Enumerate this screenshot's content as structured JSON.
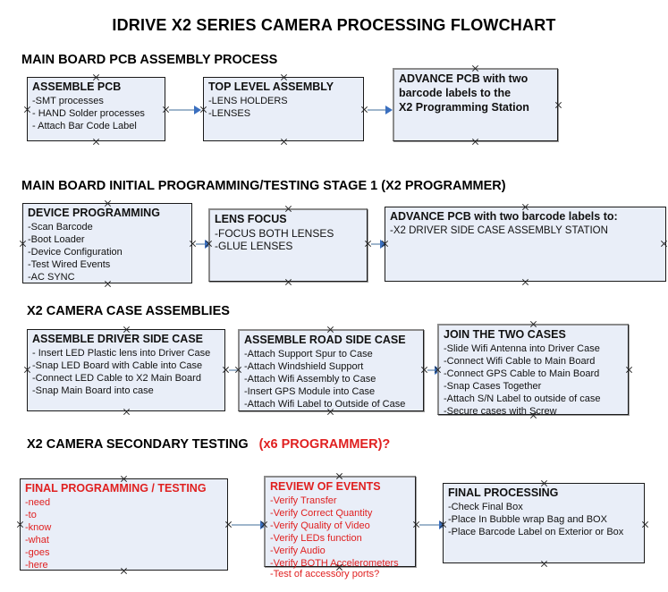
{
  "title": "IDRIVE X2  SERIES CAMERA PROCESSING FLOWCHART",
  "colors": {
    "box_fill": "#e9eef8",
    "box_border": "#1a1a1a",
    "connector": "#9fb6cc",
    "arrow": "#3a6fbf",
    "red_text": "#e02020",
    "black_text": "#111111"
  },
  "sections": [
    {
      "header": "MAIN BOARD PCB ASSEMBLY PROCESS",
      "header_accent": "",
      "boxes": [
        {
          "title": "ASSEMBLE PCB",
          "items": [
            "-SMT processes",
            "- HAND Solder processes",
            "- Attach Bar Code Label"
          ]
        },
        {
          "title": "TOP LEVEL ASSEMBLY",
          "items": [
            "-LENS HOLDERS",
            "-LENSES"
          ]
        },
        {
          "title": "ADVANCE PCB with two",
          "items": [
            "barcode labels to the",
            " X2 Programming Station"
          ]
        }
      ]
    },
    {
      "header": "MAIN BOARD INITIAL PROGRAMMING/TESTING STAGE 1 (X2 PROGRAMMER)",
      "header_accent": "",
      "boxes": [
        {
          "title": "DEVICE PROGRAMMING",
          "items": [
            "-Scan Barcode",
            "-Boot Loader",
            "-Device Configuration",
            "-Test Wired Events",
            "-AC SYNC"
          ]
        },
        {
          "title": "LENS FOCUS",
          "items": [
            "-FOCUS BOTH LENSES",
            "-GLUE LENSES"
          ]
        },
        {
          "title": "ADVANCE PCB with two barcode labels to:",
          "items": [
            "-X2 DRIVER  SIDE  CASE  ASSEMBLY STATION"
          ]
        }
      ]
    },
    {
      "header": "X2 CAMERA CASE ASSEMBLIES",
      "header_accent": "",
      "boxes": [
        {
          "title": "ASSEMBLE DRIVER SIDE CASE",
          "items": [
            "- Insert LED Plastic lens into Driver Case",
            "-Snap LED Board with Cable into Case",
            "-Connect LED Cable to X2 Main Board",
            "-Snap Main Board into case"
          ]
        },
        {
          "title": "ASSEMBLE ROAD SIDE CASE",
          "items": [
            "-Attach Support Spur to Case",
            "-Attach Windshield Support",
            "-Attach Wifi Assembly to Case",
            "-Insert GPS Module into Case",
            "-Attach Wifi Label to Outside of Case"
          ]
        },
        {
          "title": "JOIN THE TWO CASES",
          "items": [
            "-Slide Wifi Antenna into Driver Case",
            "-Connect Wifi Cable to Main Board",
            "-Connect GPS Cable to Main Board",
            "-Snap Cases Together",
            "-Attach S/N Label to outside of case",
            "-Secure cases with Screw"
          ]
        }
      ]
    },
    {
      "header": "X2 CAMERA SECONDARY TESTING",
      "header_accent": "(x6 PROGRAMMER)?",
      "boxes": [
        {
          "title": "FINAL PROGRAMMING / TESTING",
          "items": [
            "-need",
            "-to",
            "-know",
            "-what",
            "-goes",
            "-here"
          ]
        },
        {
          "title": "REVIEW OF EVENTS",
          "items": [
            "-Verify Transfer",
            "-Verify Correct Quantity",
            "-Verify Quality of Video",
            "-Verify LEDs function",
            "-Verify Audio",
            "-Verify BOTH Accelerometers",
            "-Test of accessory ports?"
          ]
        },
        {
          "title": "FINAL PROCESSING",
          "items": [
            " -Check Final Box",
            "-Place In Bubble wrap Bag and BOX",
            "-Place Barcode Label on Exterior or Box"
          ]
        }
      ]
    }
  ]
}
